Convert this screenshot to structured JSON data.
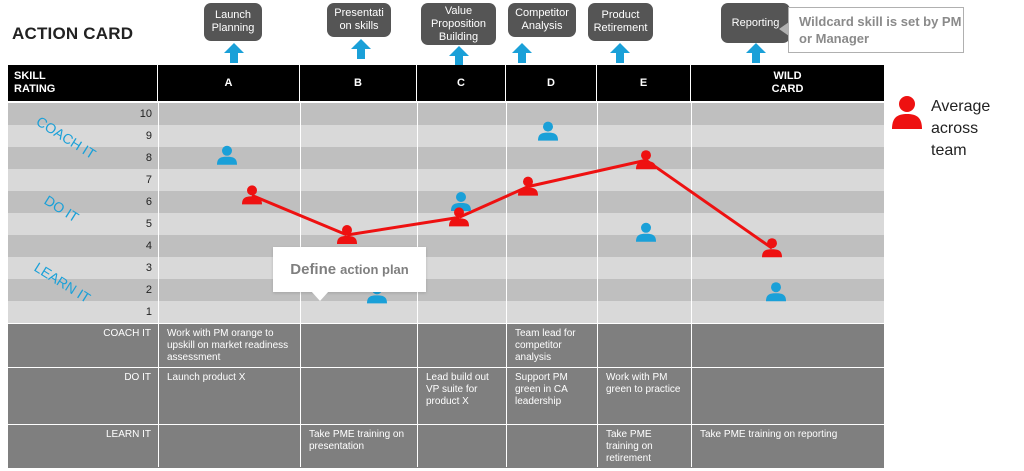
{
  "title": "ACTION CARD",
  "skills": [
    {
      "name": "Launch Planning"
    },
    {
      "name": "Presentati on skills"
    },
    {
      "name": "Value Proposition Building"
    },
    {
      "name": "Competitor Analysis"
    },
    {
      "name": "Product Retirement"
    },
    {
      "name": "Reporting"
    }
  ],
  "wildcard_note": "Wildcard skill is set by PM or Manager",
  "header": {
    "rating_label_1": "SKILL",
    "rating_label_2": "RATING",
    "columns": [
      "A",
      "B",
      "C",
      "D",
      "E"
    ],
    "wild_1": "WILD",
    "wild_2": "CARD"
  },
  "ratings": [
    "10",
    "9",
    "8",
    "7",
    "6",
    "5",
    "4",
    "3",
    "2",
    "1"
  ],
  "bands": [
    "COACH IT",
    "DO IT",
    "LEARN IT"
  ],
  "callout": {
    "bold": "Define",
    "rest": "action plan"
  },
  "legend": {
    "line1": "Average",
    "line2": "across",
    "line3": "team"
  },
  "colors": {
    "average": "#ee1111",
    "individual": "#1aa0d8",
    "header": "#000000",
    "plan": "#7f7f7f"
  },
  "chart_data": {
    "type": "line",
    "categories": [
      "A",
      "B",
      "C",
      "D",
      "E",
      "WILD CARD"
    ],
    "ylim": [
      1,
      10
    ],
    "series": [
      {
        "values": [
          6.3,
          4.5,
          5.3,
          6.7,
          7.9,
          3.9
        ]
      },
      {
        "values": [
          8.1,
          1.8,
          6.0,
          9.2,
          4.6,
          1.9
        ]
      }
    ]
  },
  "plan": {
    "rows": [
      {
        "label": "COACH IT",
        "cells": [
          "Work with PM orange to upskill on market readiness assessment",
          "",
          "",
          "Team lead for competitor analysis",
          "",
          ""
        ]
      },
      {
        "label": "DO IT",
        "cells": [
          "Launch product X",
          "",
          "Lead build out VP suite for product X",
          "Support PM green in CA leadership",
          "Work with PM green to practice",
          ""
        ]
      },
      {
        "label": "LEARN IT",
        "cells": [
          "",
          "Take PME training on presentation",
          "",
          "",
          "Take PME training on retirement",
          "Take PME training on reporting"
        ]
      }
    ]
  }
}
